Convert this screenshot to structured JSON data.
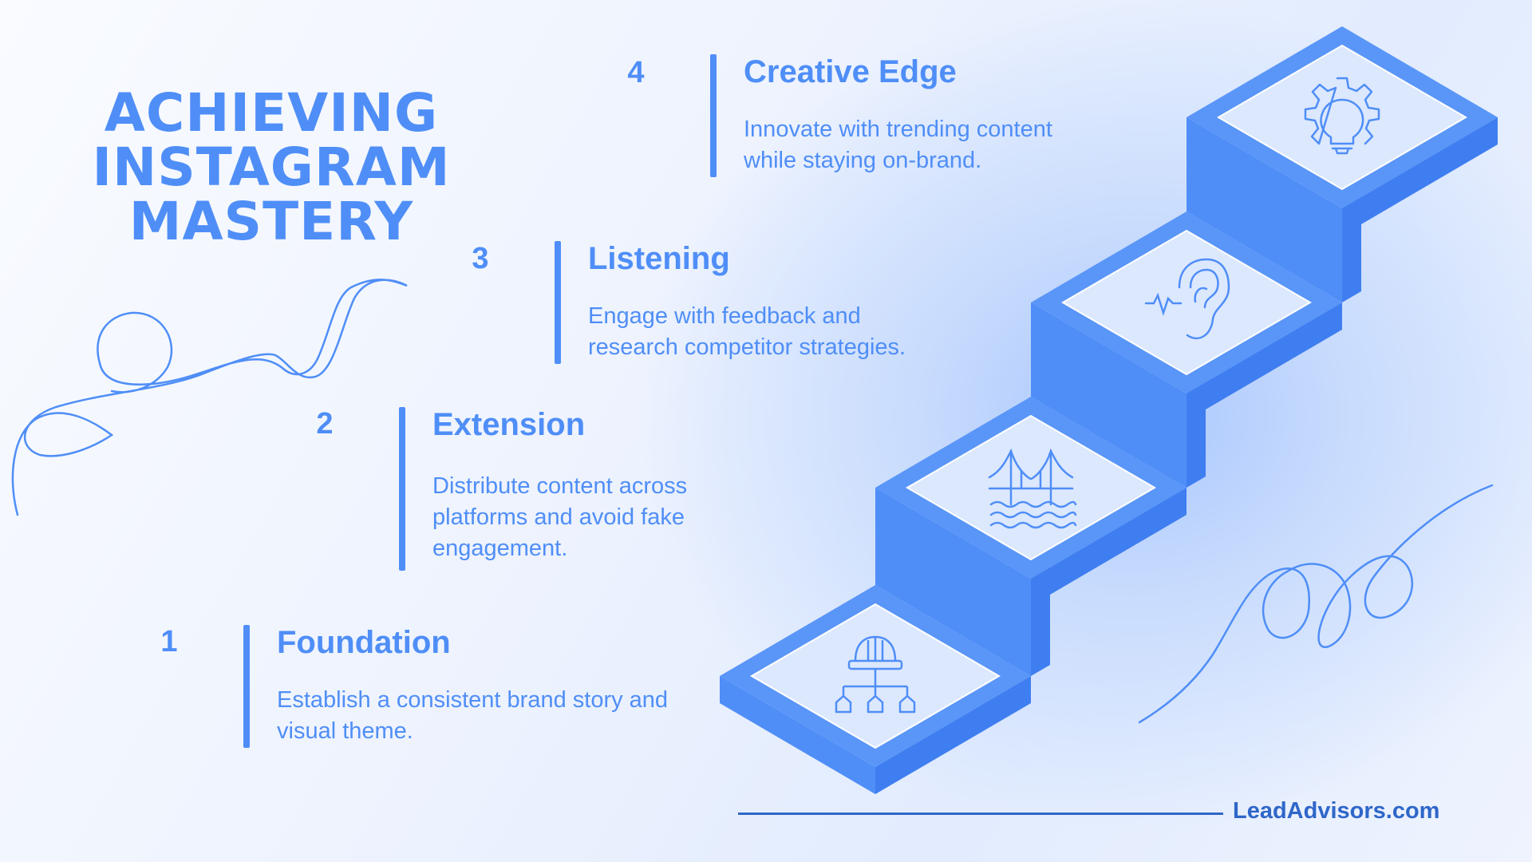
{
  "title": {
    "line1": "ACHIEVING",
    "line2": "INSTAGRAM",
    "line3": "MASTERY"
  },
  "steps": [
    {
      "number": "1",
      "heading": "Foundation",
      "description": "Establish a consistent brand story and visual theme.",
      "icon": "hard-hat-hierarchy-icon"
    },
    {
      "number": "2",
      "heading": "Extension",
      "description": "Distribute content across platforms and avoid fake engagement.",
      "icon": "bridge-icon"
    },
    {
      "number": "3",
      "heading": "Listening",
      "description": "Engage with feedback and research competitor strategies.",
      "icon": "ear-icon"
    },
    {
      "number": "4",
      "heading": "Creative Edge",
      "description": "Innovate with trending content while staying on-brand.",
      "icon": "gear-lightbulb-icon"
    }
  ],
  "brand": "LeadAdvisors.com",
  "colors": {
    "accent": "#4f8ef7",
    "dark_accent": "#2f66c9",
    "tile_light": "#dce8fe"
  }
}
